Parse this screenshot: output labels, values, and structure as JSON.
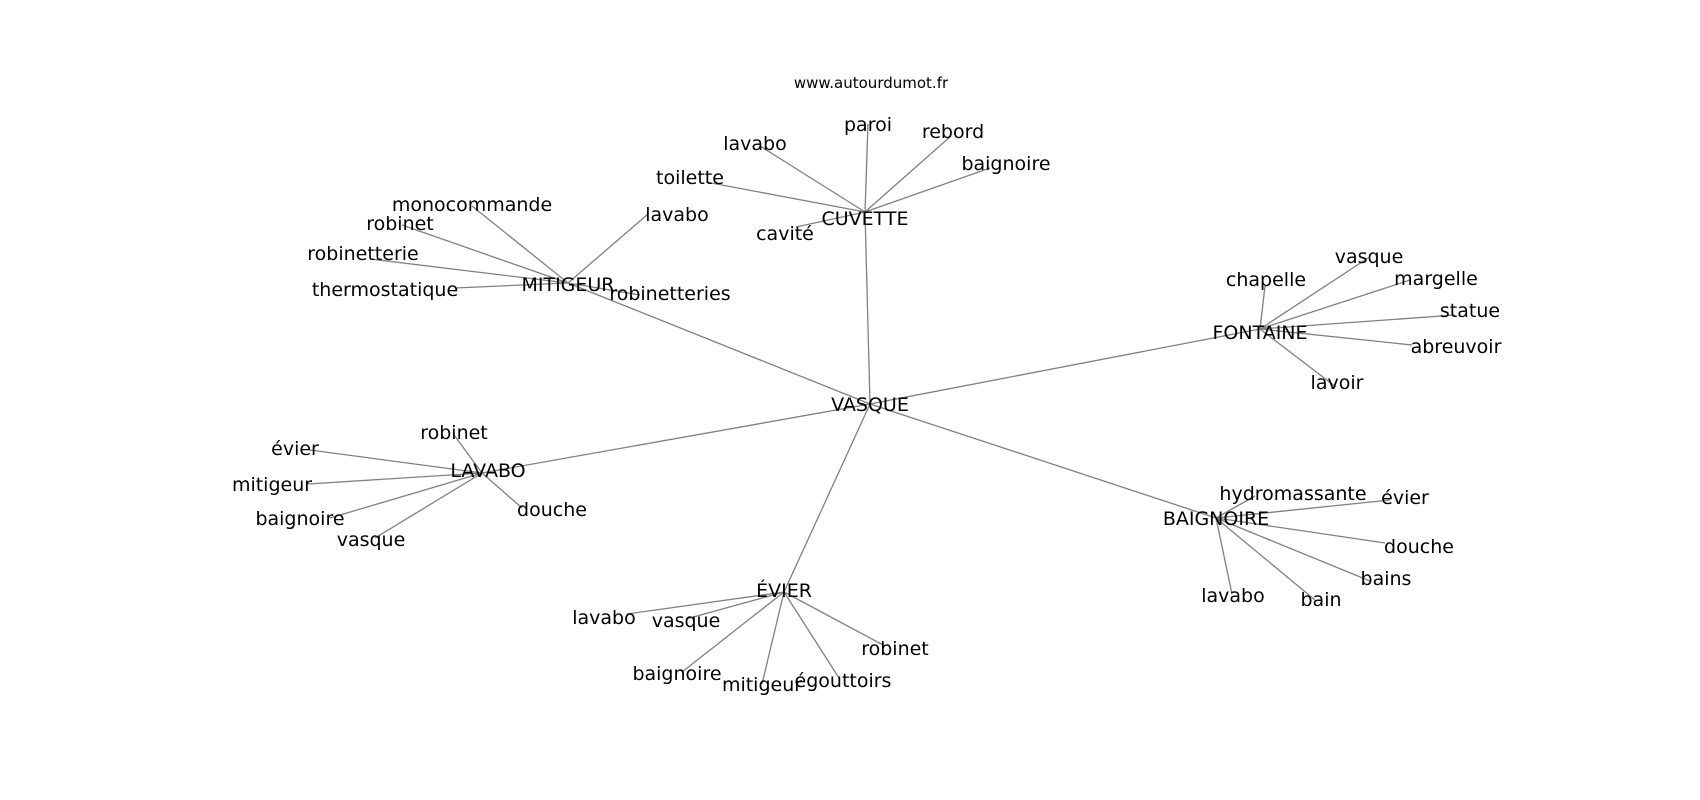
{
  "source": "www.autourdumot.fr",
  "colors": {
    "edge": "#808080",
    "text": "#000000",
    "background": "#ffffff"
  },
  "graph": {
    "center": "VASQUE",
    "nodes": [
      {
        "id": "vasque",
        "label": "VASQUE"
      },
      {
        "id": "cuvette",
        "label": "CUVETTE"
      },
      {
        "id": "mitigeur",
        "label": "MITIGEUR"
      },
      {
        "id": "fontaine",
        "label": "FONTAINE"
      },
      {
        "id": "lavabo",
        "label": "LAVABO"
      },
      {
        "id": "baignoire",
        "label": "BAIGNOIRE"
      },
      {
        "id": "evier",
        "label": "ÉVIER"
      },
      {
        "id": "cuv-paroi",
        "label": "paroi"
      },
      {
        "id": "cuv-rebord",
        "label": "rebord"
      },
      {
        "id": "cuv-lavabo",
        "label": "lavabo"
      },
      {
        "id": "cuv-baignoire",
        "label": "baignoire"
      },
      {
        "id": "cuv-toilette",
        "label": "toilette"
      },
      {
        "id": "cuv-cavite",
        "label": "cavité"
      },
      {
        "id": "mit-monocommande",
        "label": "monocommande"
      },
      {
        "id": "mit-robinet",
        "label": "robinet"
      },
      {
        "id": "mit-lavabo",
        "label": "lavabo"
      },
      {
        "id": "mit-robinetterie",
        "label": "robinetterie"
      },
      {
        "id": "mit-thermostatique",
        "label": "thermostatique"
      },
      {
        "id": "mit-robinetteries",
        "label": "robinetteries"
      },
      {
        "id": "fon-chapelle",
        "label": "chapelle"
      },
      {
        "id": "fon-vasque",
        "label": "vasque"
      },
      {
        "id": "fon-margelle",
        "label": "margelle"
      },
      {
        "id": "fon-statue",
        "label": "statue"
      },
      {
        "id": "fon-abreuvoir",
        "label": "abreuvoir"
      },
      {
        "id": "fon-lavoir",
        "label": "lavoir"
      },
      {
        "id": "lav-robinet",
        "label": "robinet"
      },
      {
        "id": "lav-evier",
        "label": "évier"
      },
      {
        "id": "lav-mitigeur",
        "label": "mitigeur"
      },
      {
        "id": "lav-baignoire",
        "label": "baignoire"
      },
      {
        "id": "lav-vasque",
        "label": "vasque"
      },
      {
        "id": "lav-douche",
        "label": "douche"
      },
      {
        "id": "bai-hydromassante",
        "label": "hydromassante"
      },
      {
        "id": "bai-evier",
        "label": "évier"
      },
      {
        "id": "bai-douche",
        "label": "douche"
      },
      {
        "id": "bai-bains",
        "label": "bains"
      },
      {
        "id": "bai-bain",
        "label": "bain"
      },
      {
        "id": "bai-lavabo",
        "label": "lavabo"
      },
      {
        "id": "evi-lavabo",
        "label": "lavabo"
      },
      {
        "id": "evi-vasque",
        "label": "vasque"
      },
      {
        "id": "evi-robinet",
        "label": "robinet"
      },
      {
        "id": "evi-baignoire",
        "label": "baignoire"
      },
      {
        "id": "evi-mitigeur",
        "label": "mitigeur"
      },
      {
        "id": "evi-egouttoirs",
        "label": "égouttoirs"
      }
    ],
    "edges": [
      [
        "vasque",
        "cuvette"
      ],
      [
        "vasque",
        "mitigeur"
      ],
      [
        "vasque",
        "fontaine"
      ],
      [
        "vasque",
        "lavabo"
      ],
      [
        "vasque",
        "baignoire"
      ],
      [
        "vasque",
        "evier"
      ],
      [
        "cuvette",
        "cuv-paroi"
      ],
      [
        "cuvette",
        "cuv-rebord"
      ],
      [
        "cuvette",
        "cuv-lavabo"
      ],
      [
        "cuvette",
        "cuv-baignoire"
      ],
      [
        "cuvette",
        "cuv-toilette"
      ],
      [
        "cuvette",
        "cuv-cavite"
      ],
      [
        "mitigeur",
        "mit-monocommande"
      ],
      [
        "mitigeur",
        "mit-robinet"
      ],
      [
        "mitigeur",
        "mit-lavabo"
      ],
      [
        "mitigeur",
        "mit-robinetterie"
      ],
      [
        "mitigeur",
        "mit-thermostatique"
      ],
      [
        "mitigeur",
        "mit-robinetteries"
      ],
      [
        "fontaine",
        "fon-chapelle"
      ],
      [
        "fontaine",
        "fon-vasque"
      ],
      [
        "fontaine",
        "fon-margelle"
      ],
      [
        "fontaine",
        "fon-statue"
      ],
      [
        "fontaine",
        "fon-abreuvoir"
      ],
      [
        "fontaine",
        "fon-lavoir"
      ],
      [
        "lavabo",
        "lav-robinet"
      ],
      [
        "lavabo",
        "lav-evier"
      ],
      [
        "lavabo",
        "lav-mitigeur"
      ],
      [
        "lavabo",
        "lav-baignoire"
      ],
      [
        "lavabo",
        "lav-vasque"
      ],
      [
        "lavabo",
        "lav-douche"
      ],
      [
        "baignoire",
        "bai-hydromassante"
      ],
      [
        "baignoire",
        "bai-evier"
      ],
      [
        "baignoire",
        "bai-douche"
      ],
      [
        "baignoire",
        "bai-bains"
      ],
      [
        "baignoire",
        "bai-bain"
      ],
      [
        "baignoire",
        "bai-lavabo"
      ],
      [
        "evier",
        "evi-lavabo"
      ],
      [
        "evier",
        "evi-vasque"
      ],
      [
        "evier",
        "evi-robinet"
      ],
      [
        "evier",
        "evi-baignoire"
      ],
      [
        "evier",
        "evi-mitigeur"
      ],
      [
        "evier",
        "evi-egouttoirs"
      ]
    ]
  }
}
